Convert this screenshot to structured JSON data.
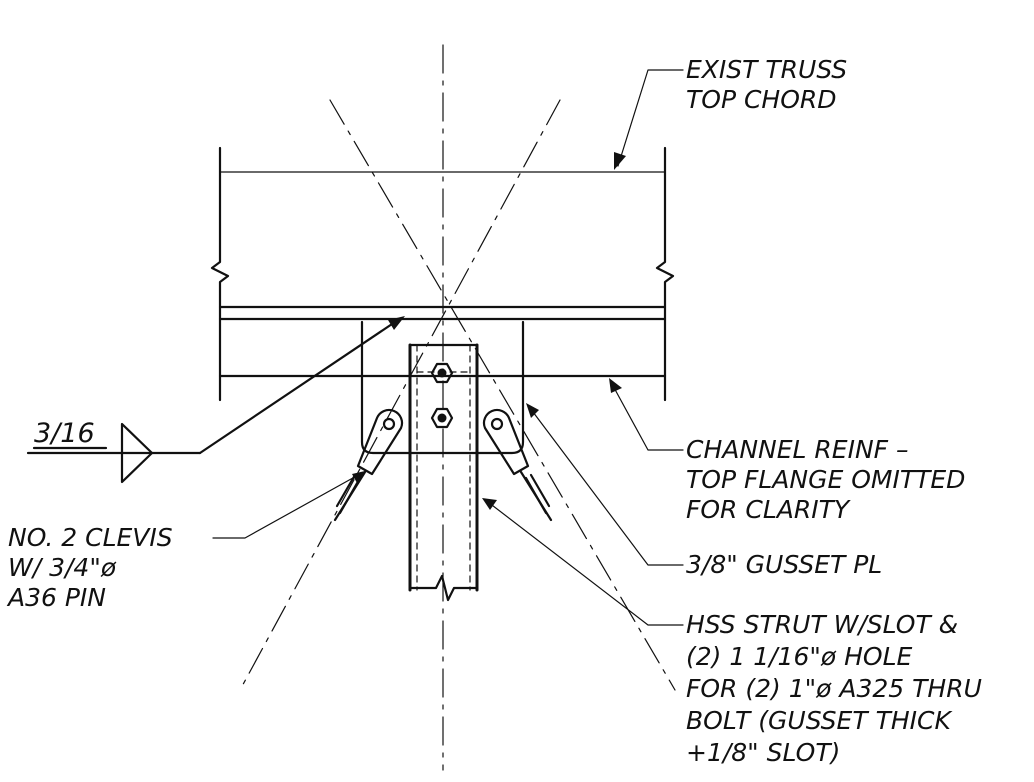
{
  "labels": {
    "exist_truss": [
      "EXIST TRUSS",
      "TOP CHORD"
    ],
    "channel_reinf": [
      "CHANNEL REINF –",
      "TOP FLANGE OMITTED",
      "FOR CLARITY"
    ],
    "gusset": [
      "3/8\" GUSSET PL"
    ],
    "hss_strut": [
      "HSS STRUT W/SLOT &",
      "(2) 1 1/16\"ø HOLE",
      "FOR (2) 1\"ø A325 THRU",
      "BOLT (GUSSET THICK",
      "+1/8\" SLOT)"
    ],
    "clevis": [
      "NO. 2 CLEVIS",
      "W/ 3/4\"ø",
      "A36 PIN"
    ],
    "weld_size": "3/16"
  },
  "colors": {
    "ink": "#111111",
    "paper": "#ffffff"
  }
}
